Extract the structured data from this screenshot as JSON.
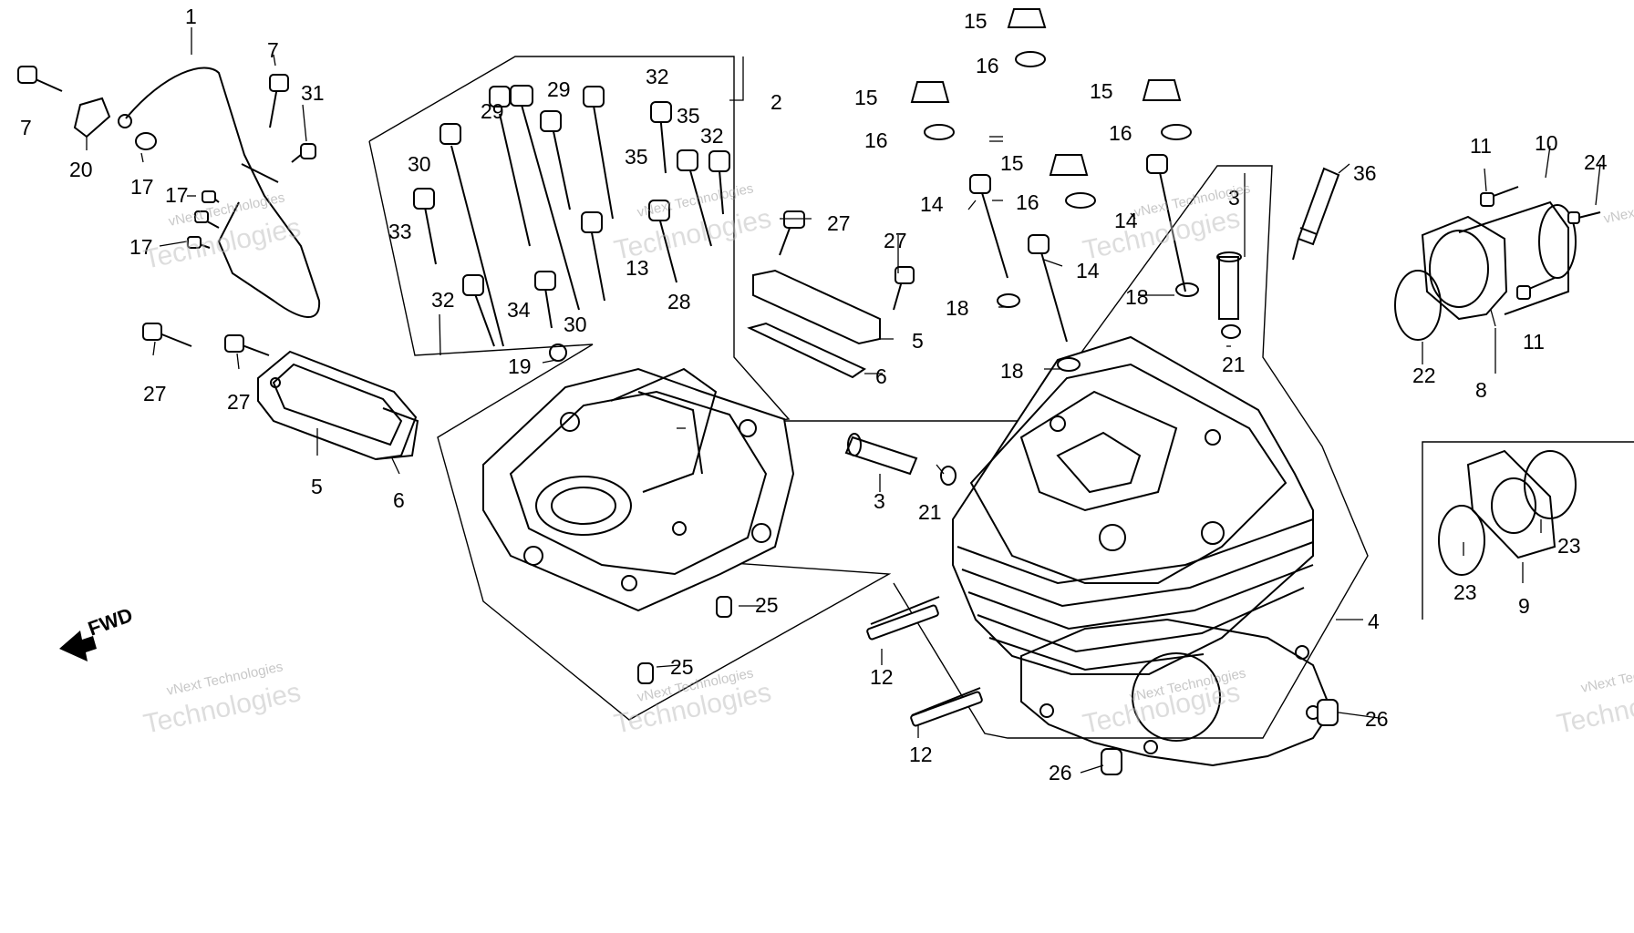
{
  "diagram": {
    "direction_label": "FWD",
    "watermark": {
      "line1": "vNext Technologies",
      "line2": "vNext",
      "line3": "Technologies"
    },
    "callouts": [
      "1",
      "2",
      "3",
      "3",
      "4",
      "5",
      "5",
      "6",
      "6",
      "7",
      "7",
      "8",
      "9",
      "10",
      "11",
      "11",
      "12",
      "12",
      "13",
      "14",
      "14",
      "14",
      "15",
      "15",
      "15",
      "15",
      "16",
      "16",
      "16",
      "16",
      "17",
      "17",
      "17",
      "18",
      "18",
      "18",
      "19",
      "20",
      "21",
      "21",
      "22",
      "23",
      "23",
      "24",
      "25",
      "25",
      "26",
      "26",
      "27",
      "27",
      "27",
      "27",
      "28",
      "29",
      "29",
      "30",
      "30",
      "31",
      "32",
      "32",
      "32",
      "33",
      "34",
      "35",
      "35",
      "36"
    ]
  }
}
